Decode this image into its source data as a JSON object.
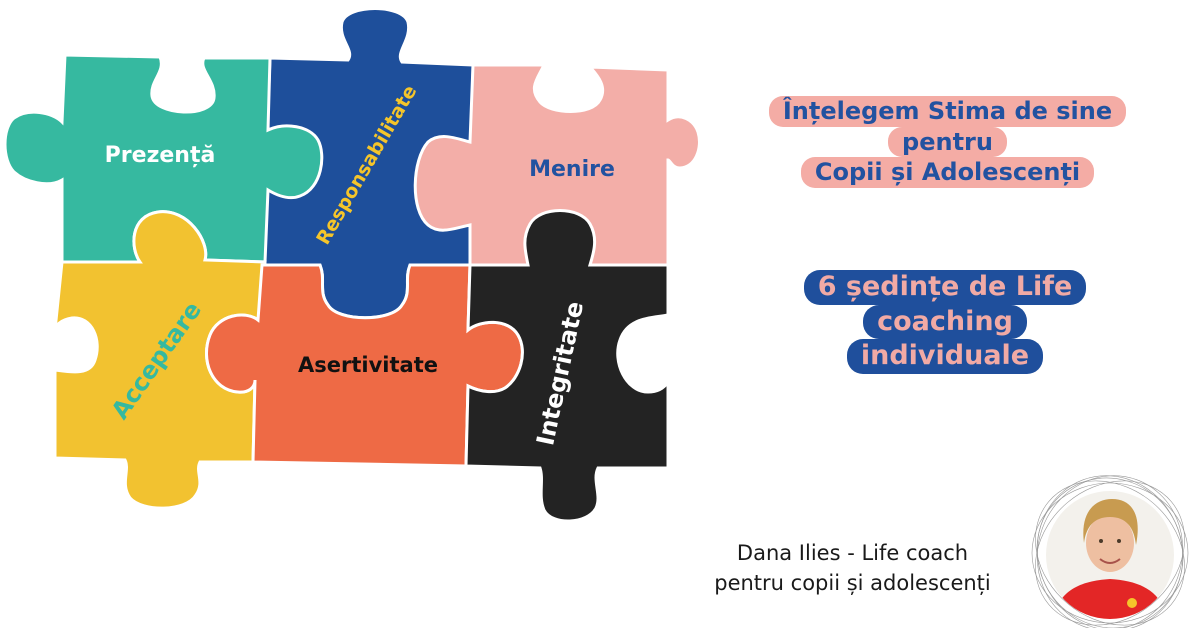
{
  "puzzle": {
    "pieces": [
      {
        "label": "Prezență",
        "color": "#36b9a0",
        "text_color": "#ffffff"
      },
      {
        "label": "Responsabilitate",
        "color": "#1e4f9b",
        "text_color": "#f5c52a"
      },
      {
        "label": "Menire",
        "color": "#f3aea8",
        "text_color": "#2252a0"
      },
      {
        "label": "Acceptare",
        "color": "#f2c230",
        "text_color": "#36b9a0"
      },
      {
        "label": "Asertivitate",
        "color": "#ee6a45",
        "text_color": "#111111"
      },
      {
        "label": "Integritate",
        "color": "#232323",
        "text_color": "#ffffff"
      }
    ]
  },
  "title": {
    "lines": [
      "Înțelegem Stima de sine",
      "pentru",
      "Copii și Adolescenți"
    ]
  },
  "sessions": {
    "lines": [
      "6 ședințe de Life",
      "coaching",
      "individuale"
    ]
  },
  "coach": {
    "line1": "Dana Ilies - Life coach",
    "line2": "pentru copii și adolescenți"
  },
  "avatar": {
    "shirt_color": "#e32626",
    "hair_color": "#c89b50",
    "skin_color": "#eebfa1"
  }
}
